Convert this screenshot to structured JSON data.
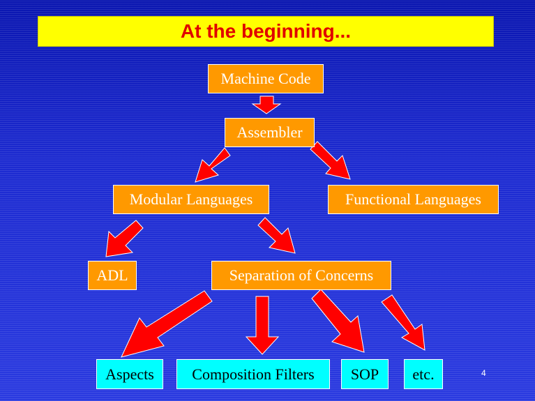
{
  "title": "At the beginning...",
  "nodes": {
    "machine_code": "Machine Code",
    "assembler": "Assembler",
    "modular_languages": "Modular Languages",
    "functional_languages": "Functional Languages",
    "adl": "ADL",
    "separation_of_concerns": "Separation of Concerns",
    "aspects": "Aspects",
    "composition_filters": "Composition Filters",
    "sop": "SOP",
    "etc": "etc."
  },
  "page_number": "4",
  "colors": {
    "background": "#1a25c8",
    "title_bar": "#ffff00",
    "title_text": "#e00000",
    "node_orange": "#ff9900",
    "node_cyan": "#00ffff",
    "arrow": "#ff0000"
  }
}
